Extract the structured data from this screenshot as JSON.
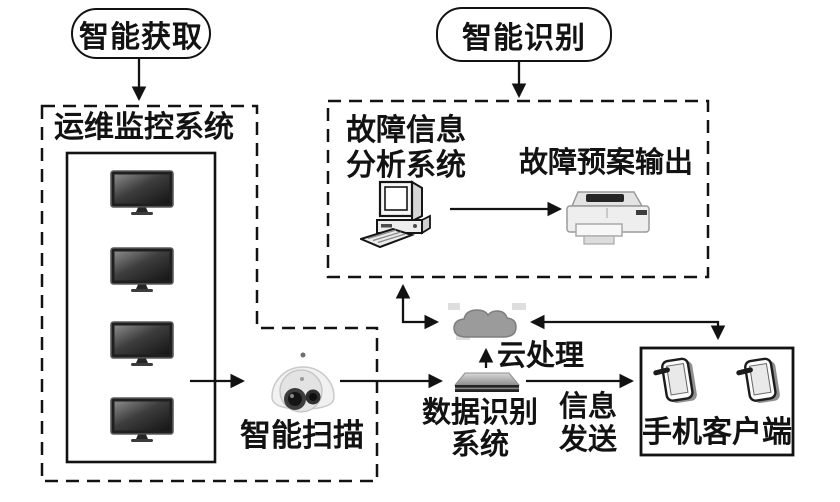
{
  "colors": {
    "ink": "#121212",
    "cloud_fill": "#9b9b9b",
    "cloud_stroke": "#7e7e7e",
    "icon_light": "#eeeeee",
    "screen_dark": "#1f1f1f"
  },
  "bubbles": {
    "acquire": "智能获取",
    "recognize": "智能识别"
  },
  "ops_box": {
    "title": "运维监控系统",
    "monitor_count": 4
  },
  "analysis_box": {
    "title_line1": "故障信息",
    "title_line2": "分析系统",
    "output_label": "故障预案输出"
  },
  "scanner": {
    "label": "智能扫描"
  },
  "cloud": {
    "label": "云处理"
  },
  "data_recognition": {
    "line1": "数据识别",
    "line2": "系统"
  },
  "info_send": {
    "line1": "信息",
    "line2": "发送"
  },
  "mobile_box": {
    "label": "手机客户端",
    "phone_count": 2
  },
  "icons": {
    "monitor": "monitor-icon",
    "desktop": "desktop-computer-icon",
    "printer": "printer-icon",
    "camera": "dome-camera-icon",
    "cloud": "cloud-icon",
    "server": "flat-server-icon",
    "phone": "smartphone-icon"
  }
}
